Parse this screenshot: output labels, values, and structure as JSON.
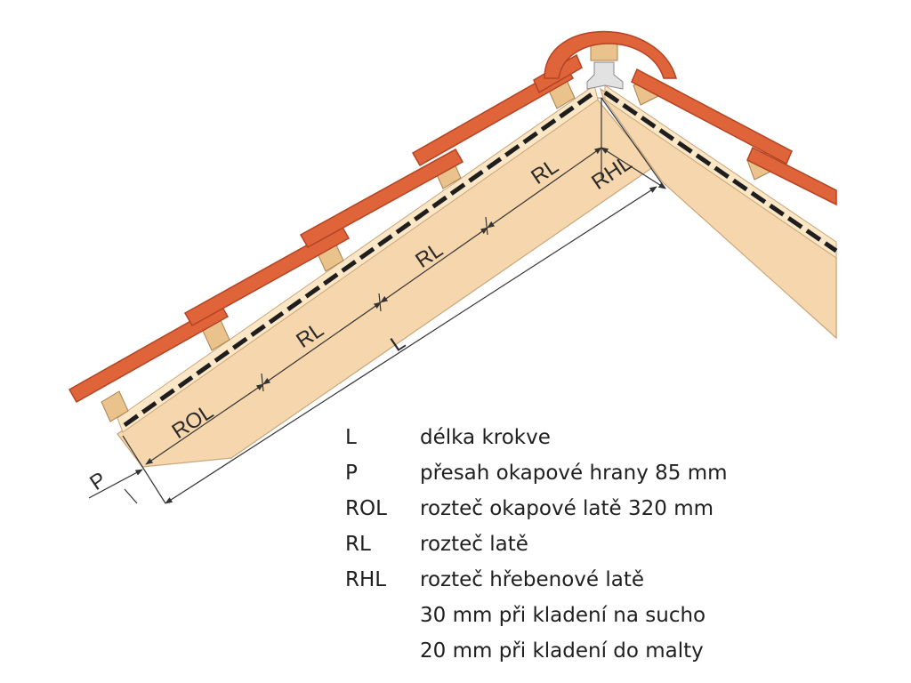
{
  "labels": {
    "rol": "ROL",
    "rl": "RL",
    "rhl": "RHL",
    "l": "L",
    "p": "P"
  },
  "legend": [
    {
      "abbr": "L",
      "desc": "délka krokve"
    },
    {
      "abbr": "P",
      "desc": "přesah okapové hrany 85 mm"
    },
    {
      "abbr": "ROL",
      "desc": "rozteč okapové latě 320 mm"
    },
    {
      "abbr": "RL",
      "desc": "rozteč latě"
    },
    {
      "abbr": "RHL",
      "desc": "rozteč hřebenové latě"
    },
    {
      "abbr": "",
      "desc": "30 mm při kladení na sucho"
    },
    {
      "abbr": "",
      "desc": "20 mm při kladení do malty"
    }
  ],
  "colors": {
    "rafter": "#f6d7ad",
    "batten": "#e9c28c",
    "tile": "#e0643a",
    "tile_dark": "#b34423",
    "membrane": "#1e1e1e",
    "dimension": "#333333"
  }
}
